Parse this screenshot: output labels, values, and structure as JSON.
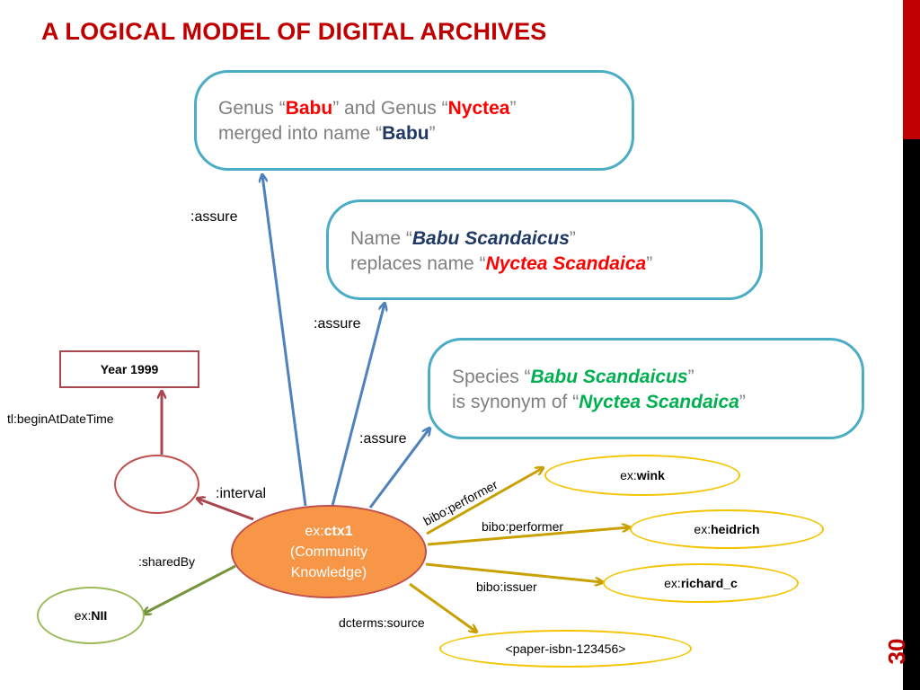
{
  "title": "A LOGICAL MODEL OF DIGITAL ARCHIVES",
  "page_number": "30",
  "colors": {
    "title": "#c00000",
    "box_border": "#4bacc6",
    "accent_orange": "#f79646",
    "yellow": "#f5c400",
    "green": "#9bbb59",
    "red_edge": "#a9464f",
    "blue_arrow": "#4f81bd"
  },
  "box1": {
    "pre": "Genus “",
    "name1": "Babu",
    "mid": "” and Genus “",
    "name2": "Nyctea",
    "post1": "”",
    "line2_pre": "merged into name “",
    "name3": "Babu",
    "post2": "”"
  },
  "box2": {
    "pre": "Name “",
    "name1": "Babu Scandaicus",
    "post1": "”",
    "line2_pre": "replaces name “",
    "name2": "Nyctea Scandaica",
    "post2": "”"
  },
  "box3": {
    "pre": "Species “",
    "name1": "Babu Scandaicus",
    "post1": "”",
    "line2_pre": "is synonym of “",
    "name2": "Nyctea Scandaica",
    "post2": "”"
  },
  "labels": {
    "assure1": ":assure",
    "assure2": ":assure",
    "assure3": ":assure",
    "interval": ":interval",
    "shared_by": ":sharedBy",
    "begin": "tl:beginAtDateTime",
    "performer1": "bibo:performer",
    "performer2": "bibo:performer",
    "issuer": "bibo:issuer",
    "source": "dcterms:source"
  },
  "year": "Year 1999",
  "ctx": {
    "prefix": "ex:",
    "name": "ctx1",
    "line2": "(Community",
    "line3": "Knowledge)"
  },
  "nii": {
    "prefix": "ex:",
    "name": "NII"
  },
  "wink": {
    "prefix": "ex:",
    "name": "wink"
  },
  "heidrich": {
    "prefix": "ex:",
    "name": "heidrich"
  },
  "richard": {
    "prefix": "ex:",
    "name": "richard_c"
  },
  "paper": "<paper-isbn-123456>"
}
